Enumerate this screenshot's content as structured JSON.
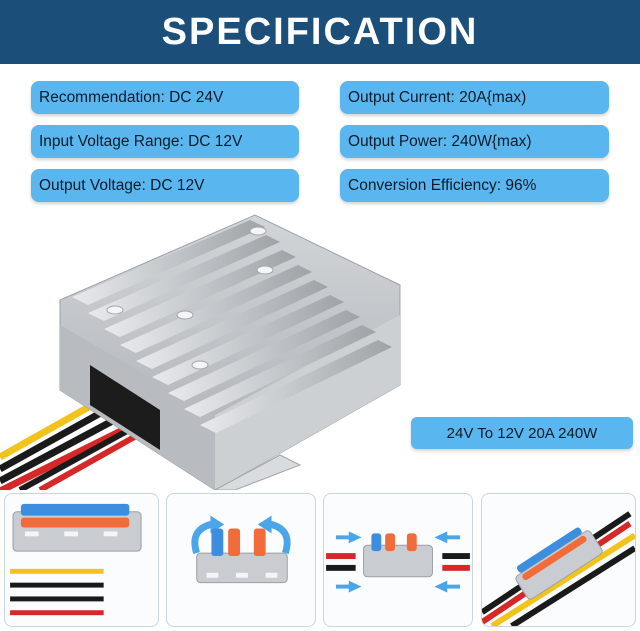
{
  "header": {
    "title": "SPECIFICATION"
  },
  "specs_left": [
    "Recommendation: DC 24V",
    "Input Voltage Range: DC 12V",
    "Output Voltage: DC 12V"
  ],
  "specs_right": [
    "Output Current: 20A{max)",
    "Output Power: 240W{max)",
    "Conversion Efficiency: 96%"
  ],
  "badge": {
    "text": "24V To 12V 20A 240W"
  },
  "colors": {
    "header_bg": "#1b4f7a",
    "label_bg": "#5ab6ee",
    "housing": "#c9ccd0",
    "arrow": "#4aa6e8",
    "lever_orange": "#f26b3a",
    "lever_blue": "#3e8ee0"
  },
  "icons": {
    "panels": [
      "connector-closed-icon",
      "connector-open-icon",
      "connector-insert-icon",
      "connector-wired-icon"
    ]
  }
}
